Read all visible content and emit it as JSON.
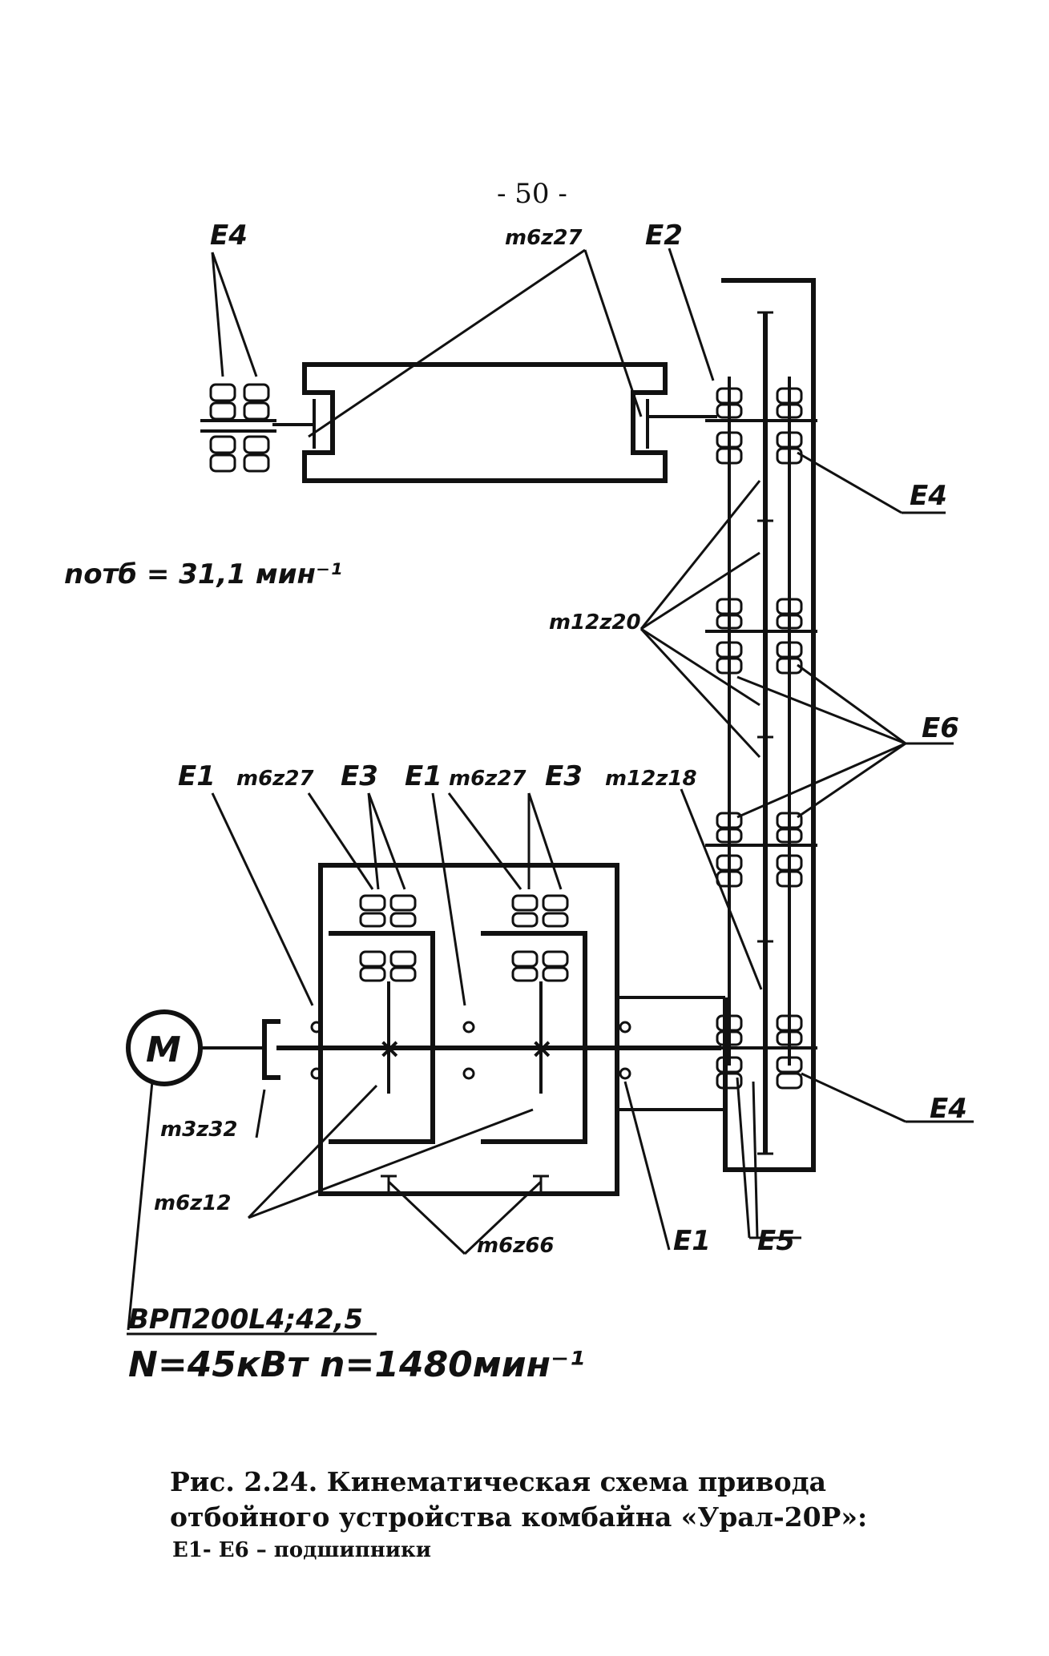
{
  "page_number": "- 50 -",
  "labels": {
    "e4_top": "E4",
    "m6z27_top": "m6z27",
    "e2": "E2",
    "e4_right_top": "E4",
    "n_otb": "nотб = 31,1 мин⁻¹",
    "m12z20": "m12z20",
    "e6": "E6",
    "e1_a": "E1",
    "m6z27_a": "m6z27",
    "e3_a": "E3",
    "e1_b": "E1",
    "m6z27_b": "m6z27",
    "e3_b": "E3",
    "m12z18": "m12z18",
    "motor": "M",
    "m3z32": "m3z32",
    "m6z12": "m6z12",
    "m6z66": "m6z66",
    "e1_c": "E1",
    "e5": "E5",
    "e4_right_bottom": "E4",
    "motor_type": "ВРП200L4;42,5",
    "motor_params": "N=45кВт n=1480мин⁻¹"
  },
  "caption": {
    "line1": "Рис. 2.24. Кинематическая схема привода отбойного устройства комбайна «Урал-20Р»:",
    "line2": "E1- E6 – подшипники"
  }
}
